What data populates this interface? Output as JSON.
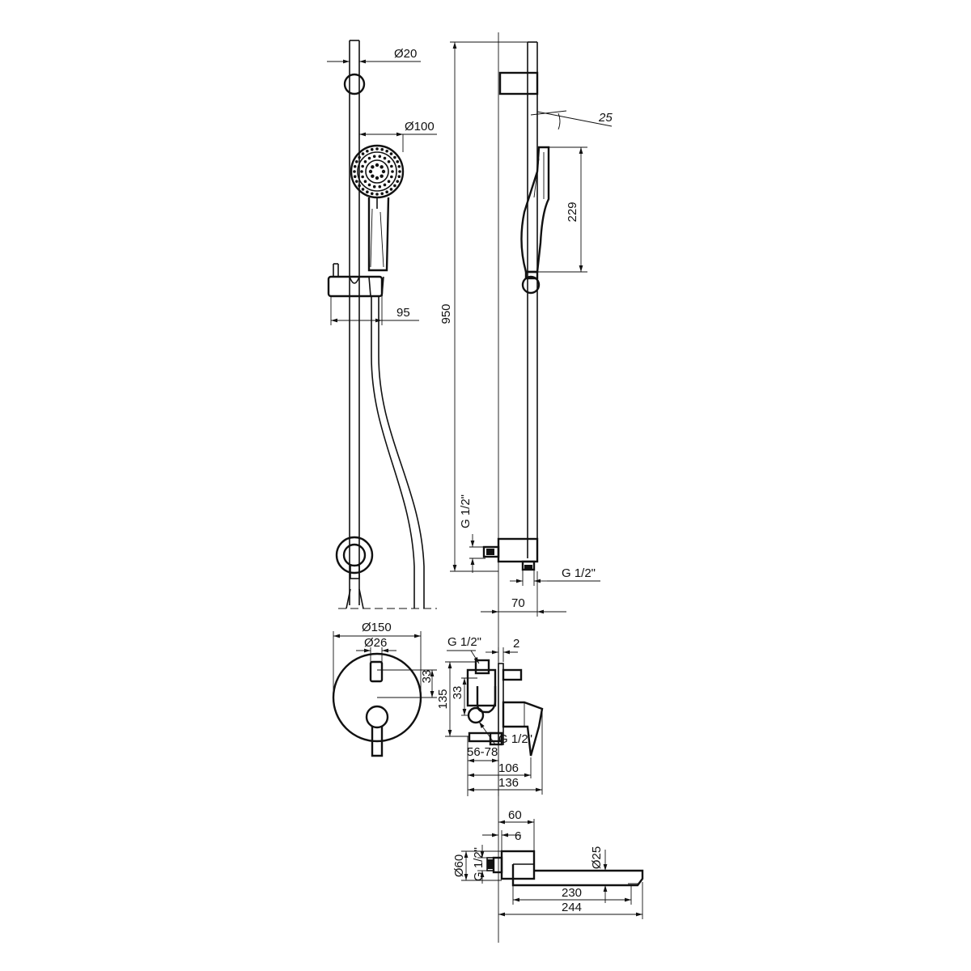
{
  "dimensions": {
    "rail_diameter": "Ø20",
    "head_diameter": "Ø100",
    "holder_offset": "95",
    "rail_height": "950",
    "head_angle": "25",
    "head_length": "229",
    "outlet_thread_side": "G 1/2\"",
    "outlet_thread_bottom": "G 1/2\"",
    "outlet_offset": "70",
    "plate_diameter": "Ø150",
    "knob_diameter": "Ø26",
    "knob_offset": "33",
    "mixer_top_thread": "G 1/2\"",
    "plate_gap": "2",
    "mixer_height": "135",
    "mixer_inner": "33",
    "mixer_bottom_thread": "G 1/2\"",
    "mount_depth": "56-78",
    "depth_106": "106",
    "depth_136": "136",
    "spout_flange_depth": "60",
    "spout_gap": "6",
    "spout_flange_diameter": "Ø60",
    "spout_thread": "G 1/2\"",
    "spout_diameter": "Ø25",
    "spout_length": "230",
    "spout_total": "244"
  }
}
